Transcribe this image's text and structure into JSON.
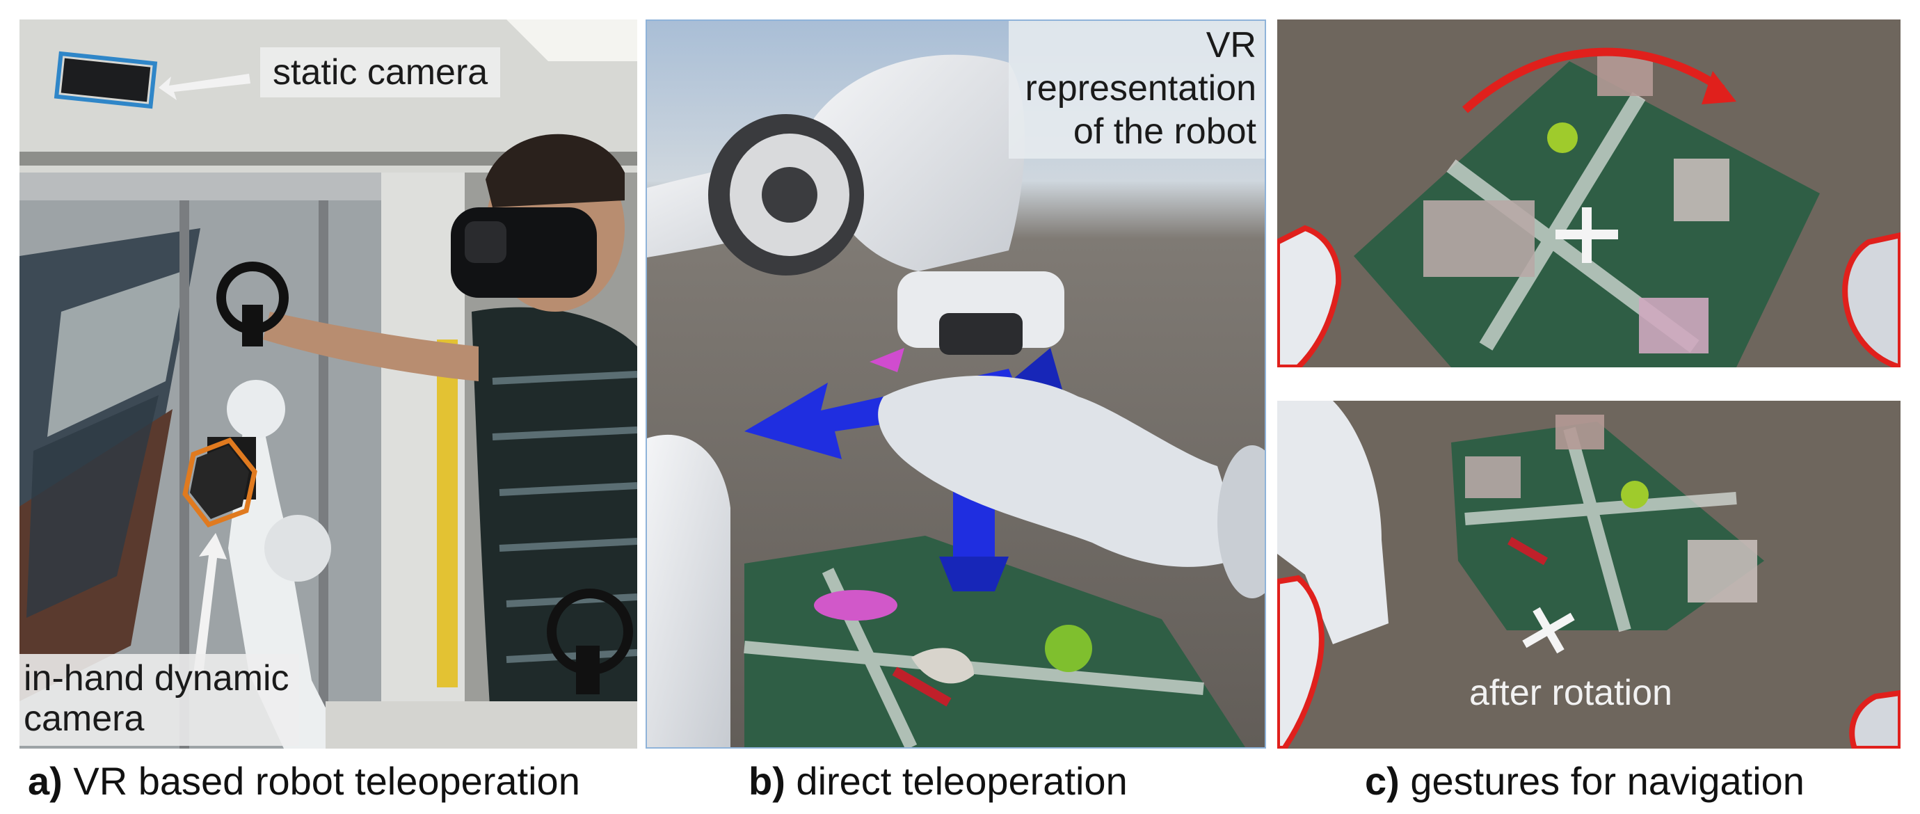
{
  "panel_a": {
    "labels": {
      "static_camera": "static camera",
      "in_hand_camera_line1": "in-hand dynamic",
      "in_hand_camera_line2": "camera"
    },
    "caption_letter": "a)",
    "caption_text": " VR based robot teleoperation"
  },
  "panel_b": {
    "label_line1": "VR",
    "label_line2": "representation",
    "label_line3": "of the robot",
    "caption_letter": "b)",
    "caption_text": " direct teleoperation"
  },
  "panel_c": {
    "bottom_label": "after rotation",
    "caption_letter": "c)",
    "caption_text": " gestures for navigation"
  },
  "colors": {
    "static_camera_outline": "#2f86c8",
    "in_hand_camera_outline": "#e07a1f",
    "gesture_outline": "#e0201c",
    "rotation_arrow": "#e0201c",
    "gizmo_blue": "#1f2ee0",
    "grid_green": "#2f5e45"
  }
}
